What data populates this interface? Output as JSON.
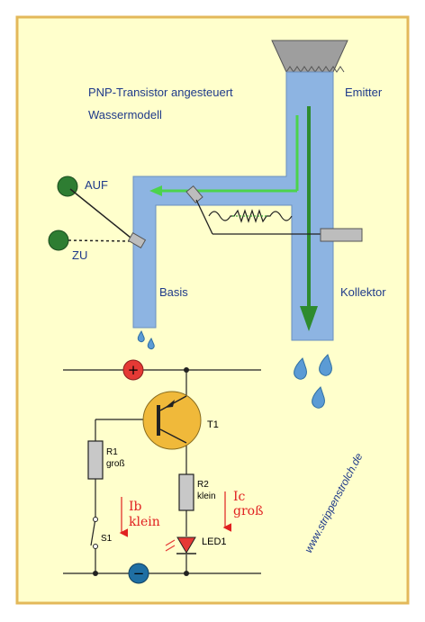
{
  "title": {
    "line1": "PNP-Transistor angesteuert",
    "line2": "Wassermodell"
  },
  "water_model": {
    "emitter_label": "Emitter",
    "collector_label": "Kollektor",
    "base_label": "Basis",
    "valve_open_label": "AUF",
    "valve_closed_label": "ZU"
  },
  "circuit": {
    "transistor_label": "T1",
    "r1_label": "R1",
    "r1_sub": "groß",
    "r2_label": "R2",
    "r2_sub": "klein",
    "switch_label": "S1",
    "led_label": "LED1",
    "ib_line1": "Ib",
    "ib_line2": "klein",
    "ic_line1": "Ic",
    "ic_line2": "groß",
    "plus_symbol": "+",
    "minus_symbol": "−"
  },
  "website": "www.strippenstrolch.de",
  "colors": {
    "background": "#ffffcc",
    "border": "#e3b85a",
    "water": "#8db4e2",
    "arrow_green": "#3aa635",
    "knob_green": "#2e7d32",
    "transistor": "#f0b93a",
    "plus": "#e53935",
    "minus": "#1f6fa3",
    "led": "#e53935"
  }
}
